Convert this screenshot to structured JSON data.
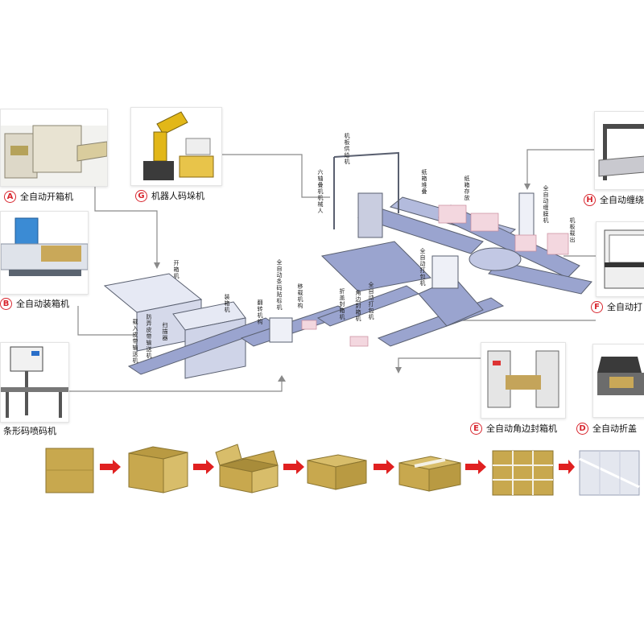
{
  "machines": [
    {
      "letter": "A",
      "name": "全自动开箱机"
    },
    {
      "letter": "B",
      "name": "全自动装箱机"
    },
    {
      "letter": "",
      "name": "条形码喷码机"
    },
    {
      "letter": "G",
      "name": "机器人码垛机"
    },
    {
      "letter": "H",
      "name": "全自动缠绕"
    },
    {
      "letter": "F",
      "name": "全自动打"
    },
    {
      "letter": "E",
      "name": "全自动角边封箱机"
    },
    {
      "letter": "D",
      "name": "全自动折盖"
    }
  ],
  "line_labels": {
    "kaixiangji": "开箱机",
    "zhuangxiangji": "装箱机",
    "zaorujiao": "载入皮带输送机",
    "fangbu": "防弄皮带输送机",
    "saomaqi": "扫描器",
    "fanzhuan": "翻转机构",
    "tiaoma": "全自动条码贴标机",
    "yiwei": "移载机构",
    "zhegai": "折盖封箱机",
    "jiaobian": "角边封箱机",
    "dabao": "全自动打包机",
    "dabao2": "全自动打包机",
    "liuzhou": "六轴叠机机械人",
    "jiban_gong": "机板供给机",
    "zhixiang_dui": "纸箱堆叠",
    "zhixiang_cun": "纸箱存放",
    "chanrao": "全自动缠膜机",
    "jiban_shu": "机板载出"
  },
  "colors": {
    "badge": "#d8262e",
    "arrow": "#e02020",
    "box": "#c8a84e",
    "conveyor": "#7b86b8",
    "frame": "#5a6070"
  }
}
